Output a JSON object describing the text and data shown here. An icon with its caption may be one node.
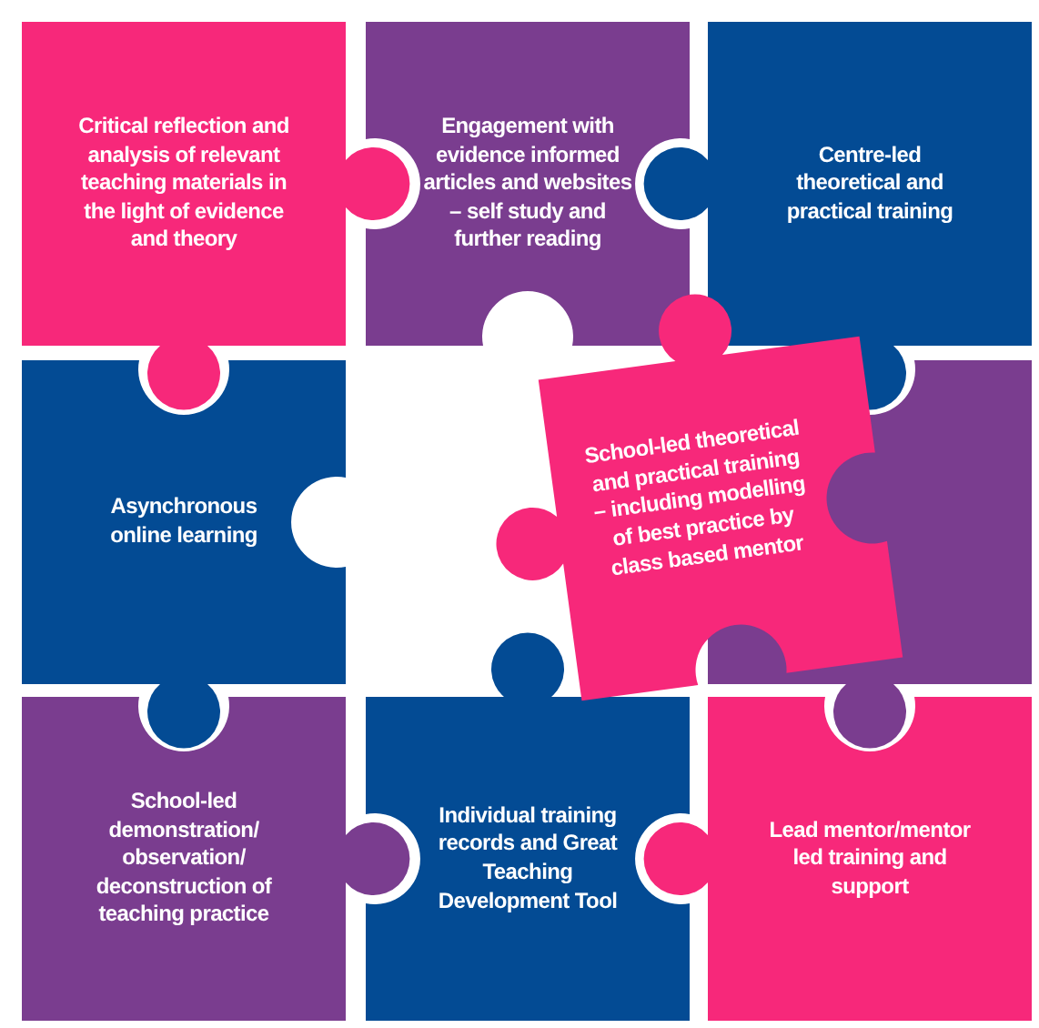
{
  "diagram": {
    "nodes": [
      {
        "text": [
          "Critical reflection and analysis of relevant teaching materials in the light of evidence and theory"
        ]
      },
      {
        "text": [
          "Engagement with evidence informed articles and websites – self study and further reading"
        ]
      },
      {
        "text": [
          "Centre-led theoretical and practical training"
        ]
      },
      {
        "text": [
          "Asynchronous online learning"
        ]
      },
      {
        "text": [
          "School-led theoretical and practical training – including modelling of best practice by class based mentor"
        ]
      },
      {
        "text": [],
        "shape": "box"
      },
      {
        "text": [
          "School-led demonstration/ observation/ deconstruction of teaching practice"
        ]
      },
      {
        "text": [
          "Individual training records and Great Teaching Development Tool"
        ]
      },
      {
        "text": [
          "Lead mentor/mentor led training and support"
        ]
      }
    ]
  }
}
